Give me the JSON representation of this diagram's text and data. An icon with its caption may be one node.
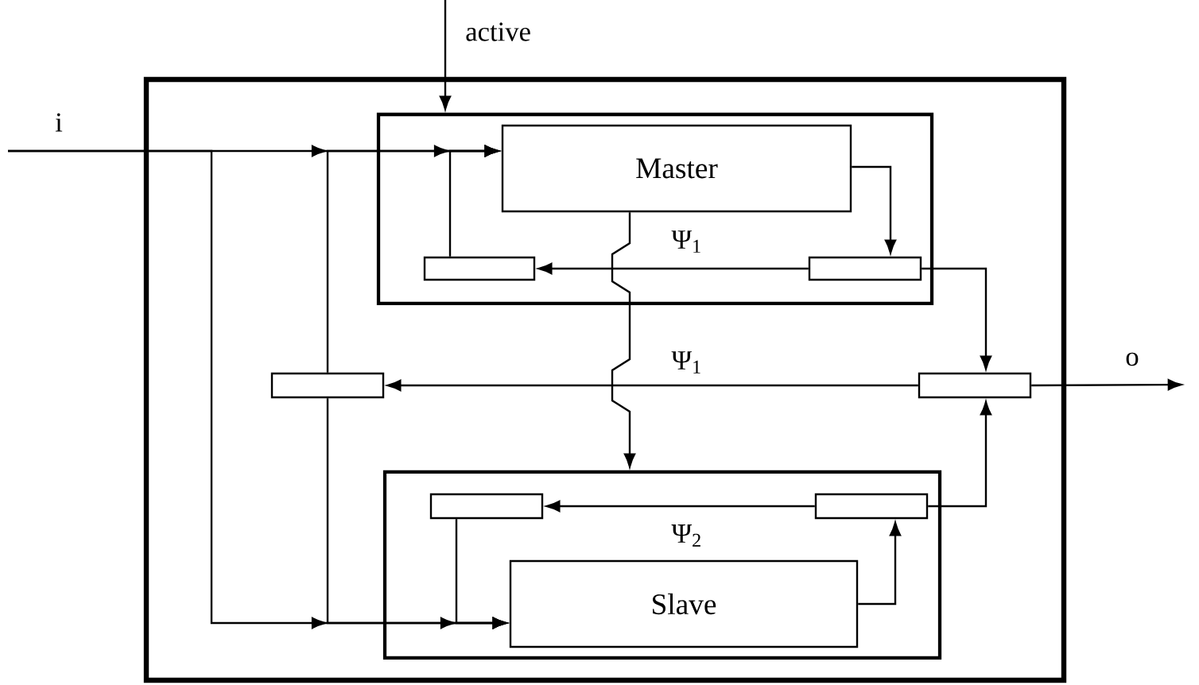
{
  "diagram": {
    "nodes": [
      {
        "text": [],
        "shape": "box"
      },
      {
        "text": [],
        "shape": "box",
        "in": 0
      },
      {
        "text": [
          "Master"
        ],
        "in": 1
      },
      {
        "text": [],
        "shape": "box",
        "in": 1
      },
      {
        "text": [],
        "shape": "box",
        "in": 1
      },
      {
        "text": [],
        "shape": "box",
        "in": 0
      },
      {
        "text": [],
        "shape": "box",
        "in": 0
      },
      {
        "text": [],
        "shape": "box",
        "in": 0
      },
      {
        "text": [],
        "shape": "box",
        "in": 7
      },
      {
        "text": [],
        "shape": "box",
        "in": 7
      },
      {
        "text": [
          "Slave"
        ],
        "in": 7
      }
    ],
    "edges": [
      {
        "from": null,
        "to": 2,
        "arrow": "to",
        "label": "i"
      },
      {
        "from": null,
        "to": 10,
        "arrow": "to"
      },
      {
        "from": null,
        "to": 1,
        "arrow": "to",
        "label": "active"
      },
      {
        "from": 2,
        "to": 4,
        "arrow": "to"
      },
      {
        "from": 4,
        "to": 3,
        "arrow": "to",
        "label": "Ψ$_{1}$"
      },
      {
        "from": 3,
        "to": 2,
        "arrow": "to"
      },
      {
        "from": 4,
        "to": 6,
        "arrow": "to"
      },
      {
        "from": 6,
        "to": 5,
        "arrow": "to",
        "label": "Ψ$_{1}$"
      },
      {
        "from": 6,
        "to": null,
        "arrow": "to",
        "label": "o"
      },
      {
        "from": 5,
        "to": 2,
        "arrow": "to"
      },
      {
        "from": 5,
        "to": 10,
        "arrow": "to"
      },
      {
        "from": 2,
        "to": 7,
        "arrow": "to"
      },
      {
        "from": 10,
        "to": 9,
        "arrow": "to"
      },
      {
        "from": 9,
        "to": 8,
        "arrow": "to",
        "label": "Ψ$_{2}$"
      },
      {
        "from": 9,
        "to": 6,
        "arrow": "to"
      },
      {
        "from": 8,
        "to": 10,
        "arrow": "to"
      }
    ]
  }
}
